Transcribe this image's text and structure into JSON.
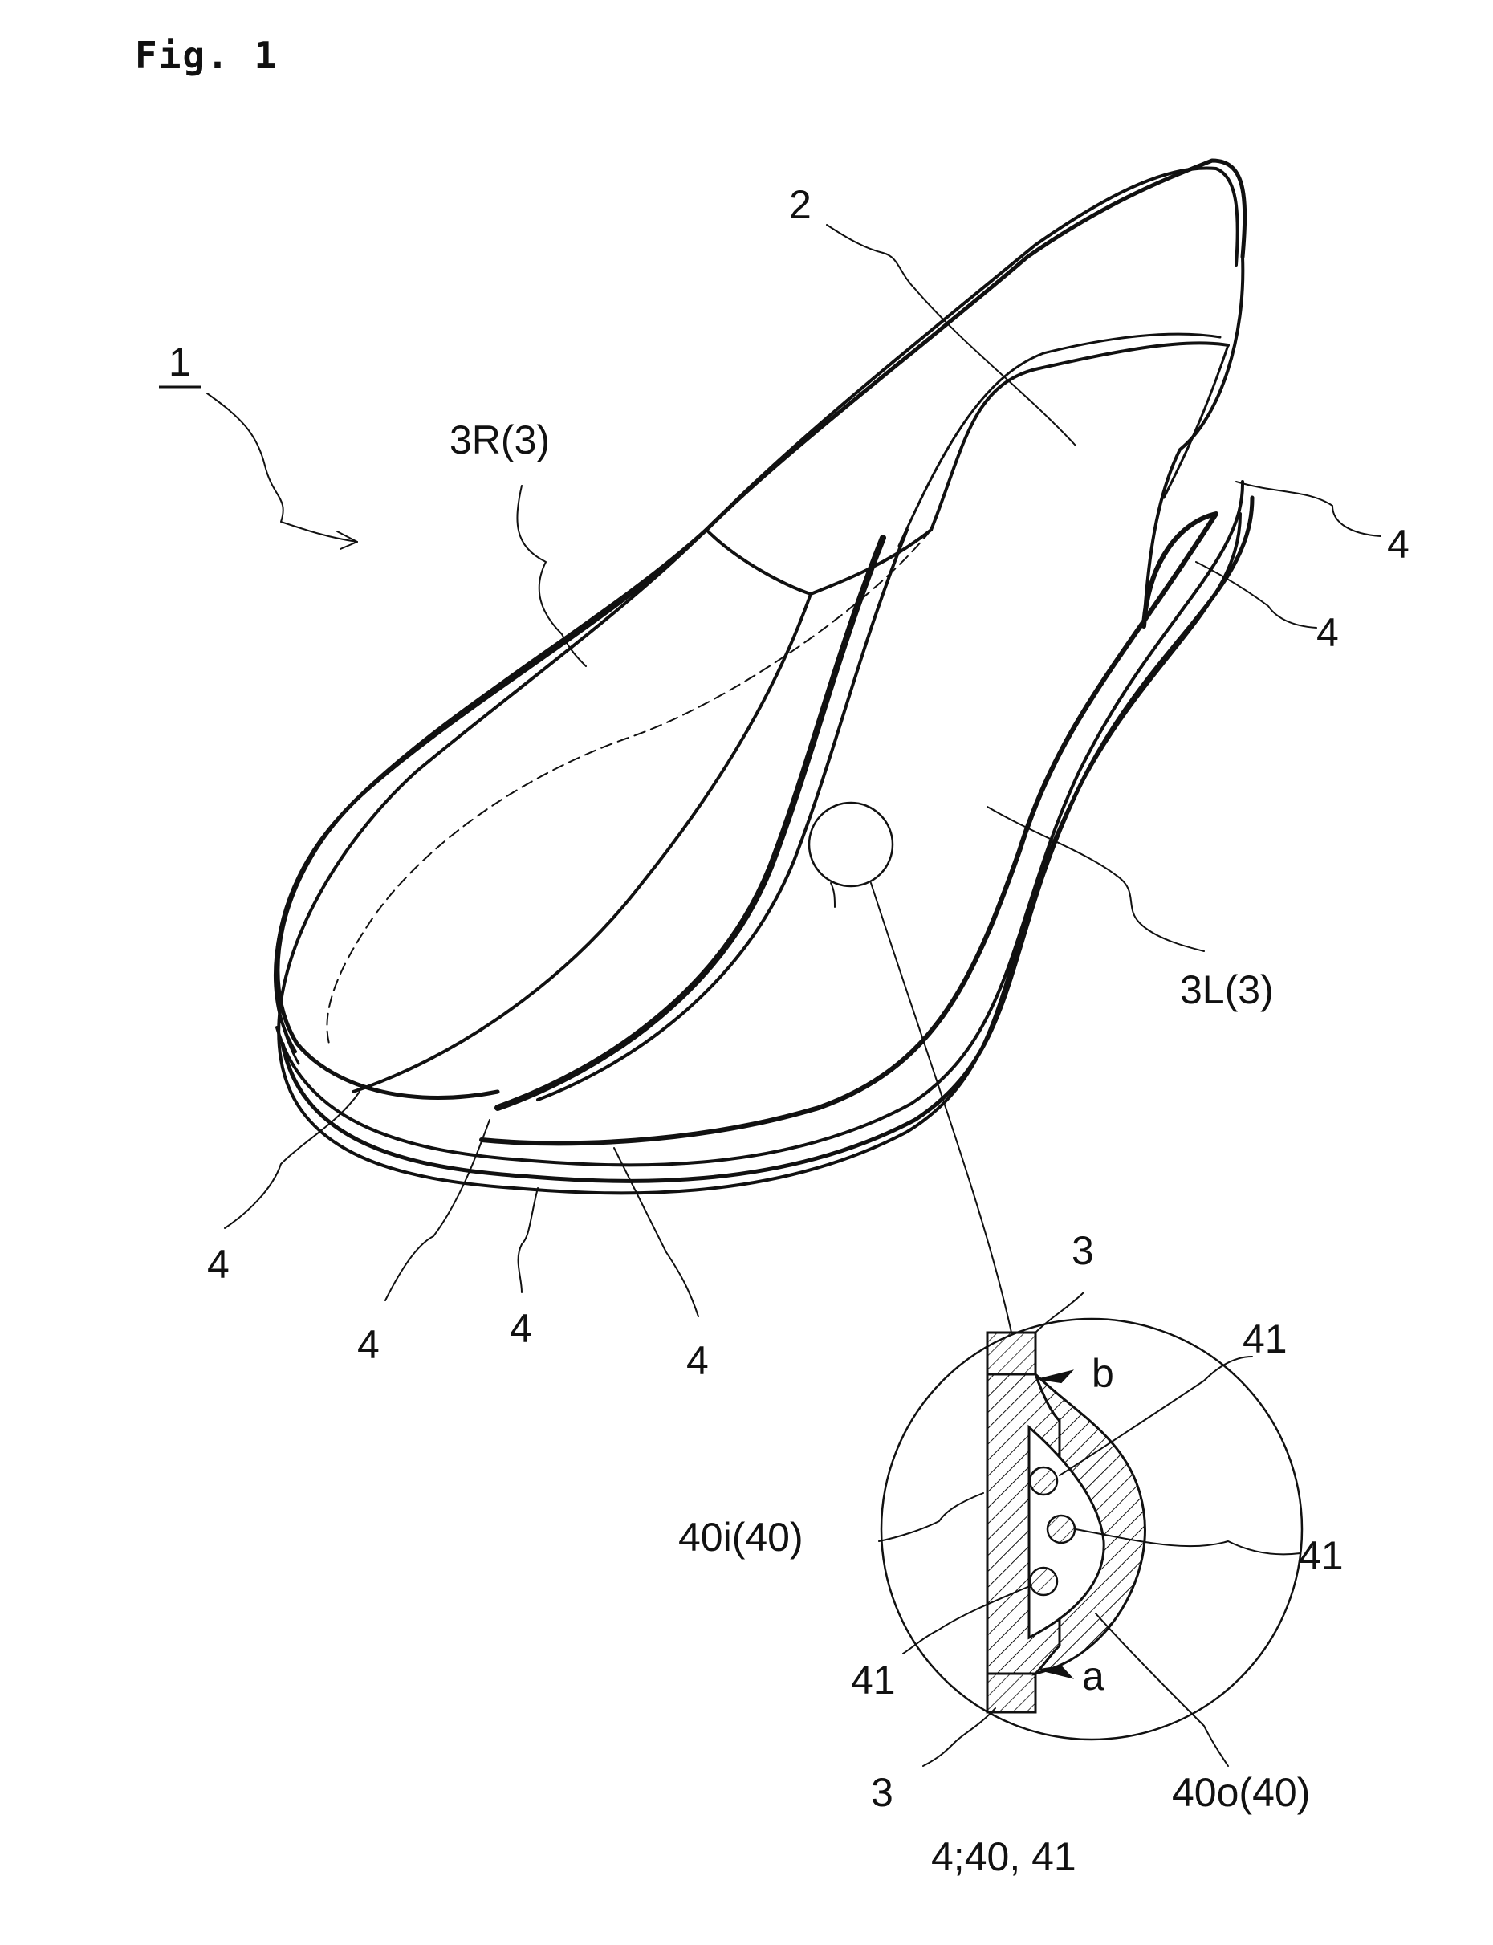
{
  "figure": {
    "title": "Fig. 1"
  },
  "labels": {
    "assembly": "1",
    "insole": "2",
    "right_upper": "3R(3)",
    "left_upper": "3L(3)",
    "rib": "4",
    "upper_top": "3",
    "upper_bottom": "3",
    "core": "41",
    "inner_layer": "40i(40)",
    "outer_layer": "40o(40)",
    "arrow_b": "b",
    "arrow_a": "a",
    "detail_caption": "4;40, 41"
  },
  "colors": {
    "line": "#111111",
    "background": "#ffffff"
  }
}
